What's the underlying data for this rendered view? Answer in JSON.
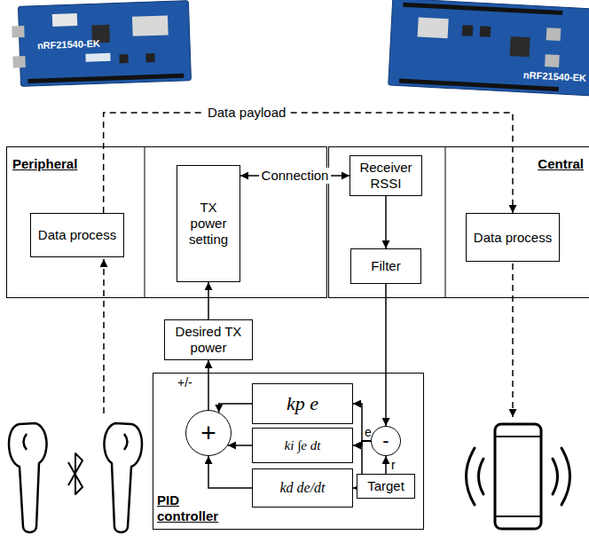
{
  "diagram": {
    "nodes": [
      {
        "text": [
          "Peripheral"
        ]
      },
      {
        "text": [
          "Data process"
        ],
        "in": 0
      },
      {
        "text": [
          "TX power setting"
        ],
        "in": 0
      },
      {
        "text": [
          "Central"
        ]
      },
      {
        "text": [
          "Receiver RSSI"
        ],
        "in": 3
      },
      {
        "text": [
          "Filter"
        ],
        "in": 3
      },
      {
        "text": [
          "Data process"
        ],
        "in": 3
      },
      {
        "text": [
          "Desired TX power"
        ]
      },
      {
        "text": [
          "PID controller"
        ]
      },
      {
        "text": [
          "+"
        ],
        "in": 8
      },
      {
        "text": [
          "kp e"
        ],
        "in": 8
      },
      {
        "text": [
          "ki ∫e dt"
        ],
        "in": 8
      },
      {
        "text": [
          "kd de/dt"
        ],
        "in": 8
      },
      {
        "text": [
          "-"
        ],
        "in": 8
      },
      {
        "text": [
          "Target"
        ],
        "in": 8
      }
    ],
    "edges": [
      {
        "from": 1,
        "to": 6,
        "arrow": "to",
        "label": "Data payload"
      },
      {
        "from": 2,
        "to": 4,
        "arrow": "both",
        "label": "Connection"
      },
      {
        "from": 4,
        "to": 5,
        "arrow": "to"
      },
      {
        "from": 5,
        "to": 13,
        "arrow": "to"
      },
      {
        "from": 14,
        "to": 13,
        "arrow": "to"
      },
      {
        "from": 13,
        "to": 10,
        "arrow": "to"
      },
      {
        "from": 13,
        "to": 11,
        "arrow": "to"
      },
      {
        "from": 13,
        "to": 12,
        "arrow": "to"
      },
      {
        "from": 10,
        "to": 9,
        "arrow": "to"
      },
      {
        "from": 11,
        "to": 9,
        "arrow": "to"
      },
      {
        "from": 12,
        "to": 9,
        "arrow": "to"
      },
      {
        "from": 9,
        "to": 7,
        "arrow": "to"
      },
      {
        "from": 7,
        "to": 2,
        "arrow": "to"
      }
    ],
    "labels": [
      "nRF21540-EK",
      "nRF21540-EK",
      "+/-",
      "e",
      "r"
    ]
  }
}
